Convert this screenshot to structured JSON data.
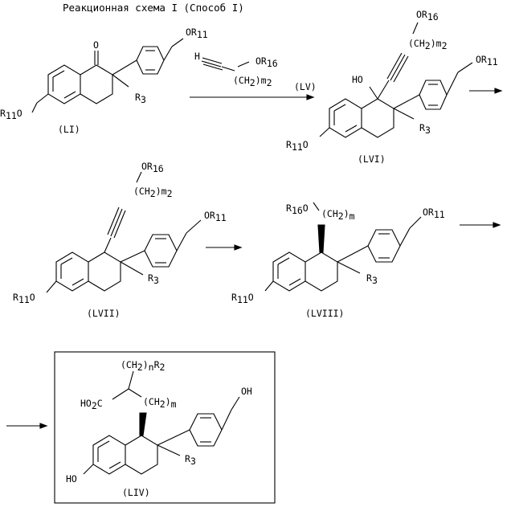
{
  "title": "Реакционная схема I (Способ I)",
  "compounds": {
    "LI": "(LI)",
    "LV": "(LV)",
    "LVI": "(LVI)",
    "LVII": "(LVII)",
    "LVIII": "(LVIII)",
    "LIV": "(LIV)"
  },
  "labels": {
    "oxygen": "O",
    "hydrogen": "H",
    "hydroxyl": "HO",
    "oh": "OH",
    "acid": "HO2C",
    "or11": "OR11",
    "or16": "OR16",
    "r11o": "R11O",
    "r16o": "R16O",
    "r3": "R3",
    "ch2_m2": "(CH2)m2",
    "ch2_m": "(CH2)m",
    "ch2_n_r2": "(CH2)nR2"
  }
}
